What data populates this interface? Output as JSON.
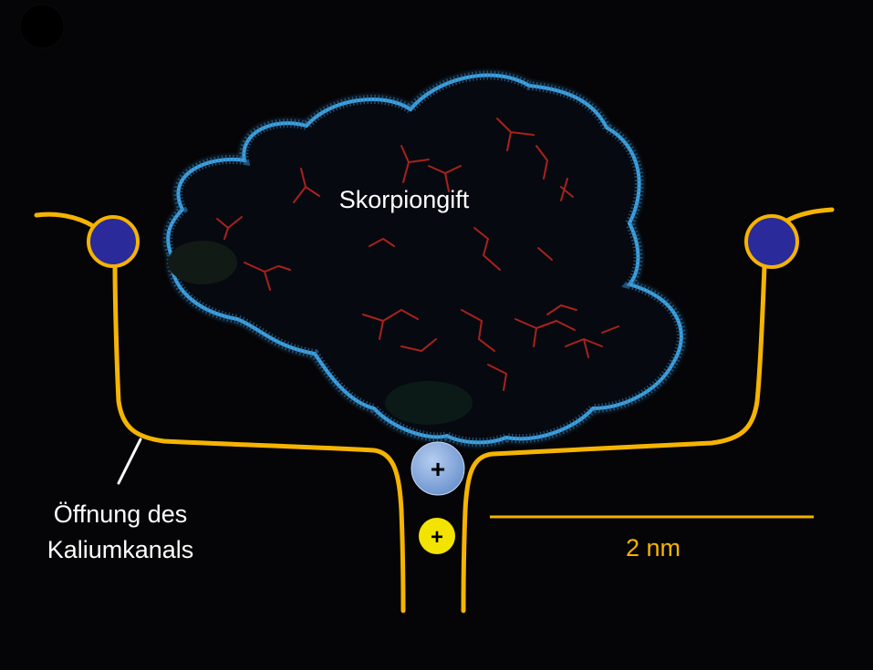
{
  "labels": {
    "toxin": "Skorpiongift",
    "channel_line1": "Öffnung des",
    "channel_line2": "Kaliumkanals",
    "scale": "2 nm",
    "ion_upper": "+",
    "ion_lower": "+"
  },
  "colors": {
    "background": "#050406",
    "channel": "#f5b400",
    "toxin_surface": "#3fa2e0",
    "side_chains": "#a8221c",
    "ion_upper": "#7fa6dc",
    "ion_lower": "#f3e300",
    "anchor_fill": "#2a2a9a",
    "label_text": "#ffffff",
    "scale_text": "#f5b400"
  },
  "icons": {
    "corner_marker": "black-dot"
  }
}
